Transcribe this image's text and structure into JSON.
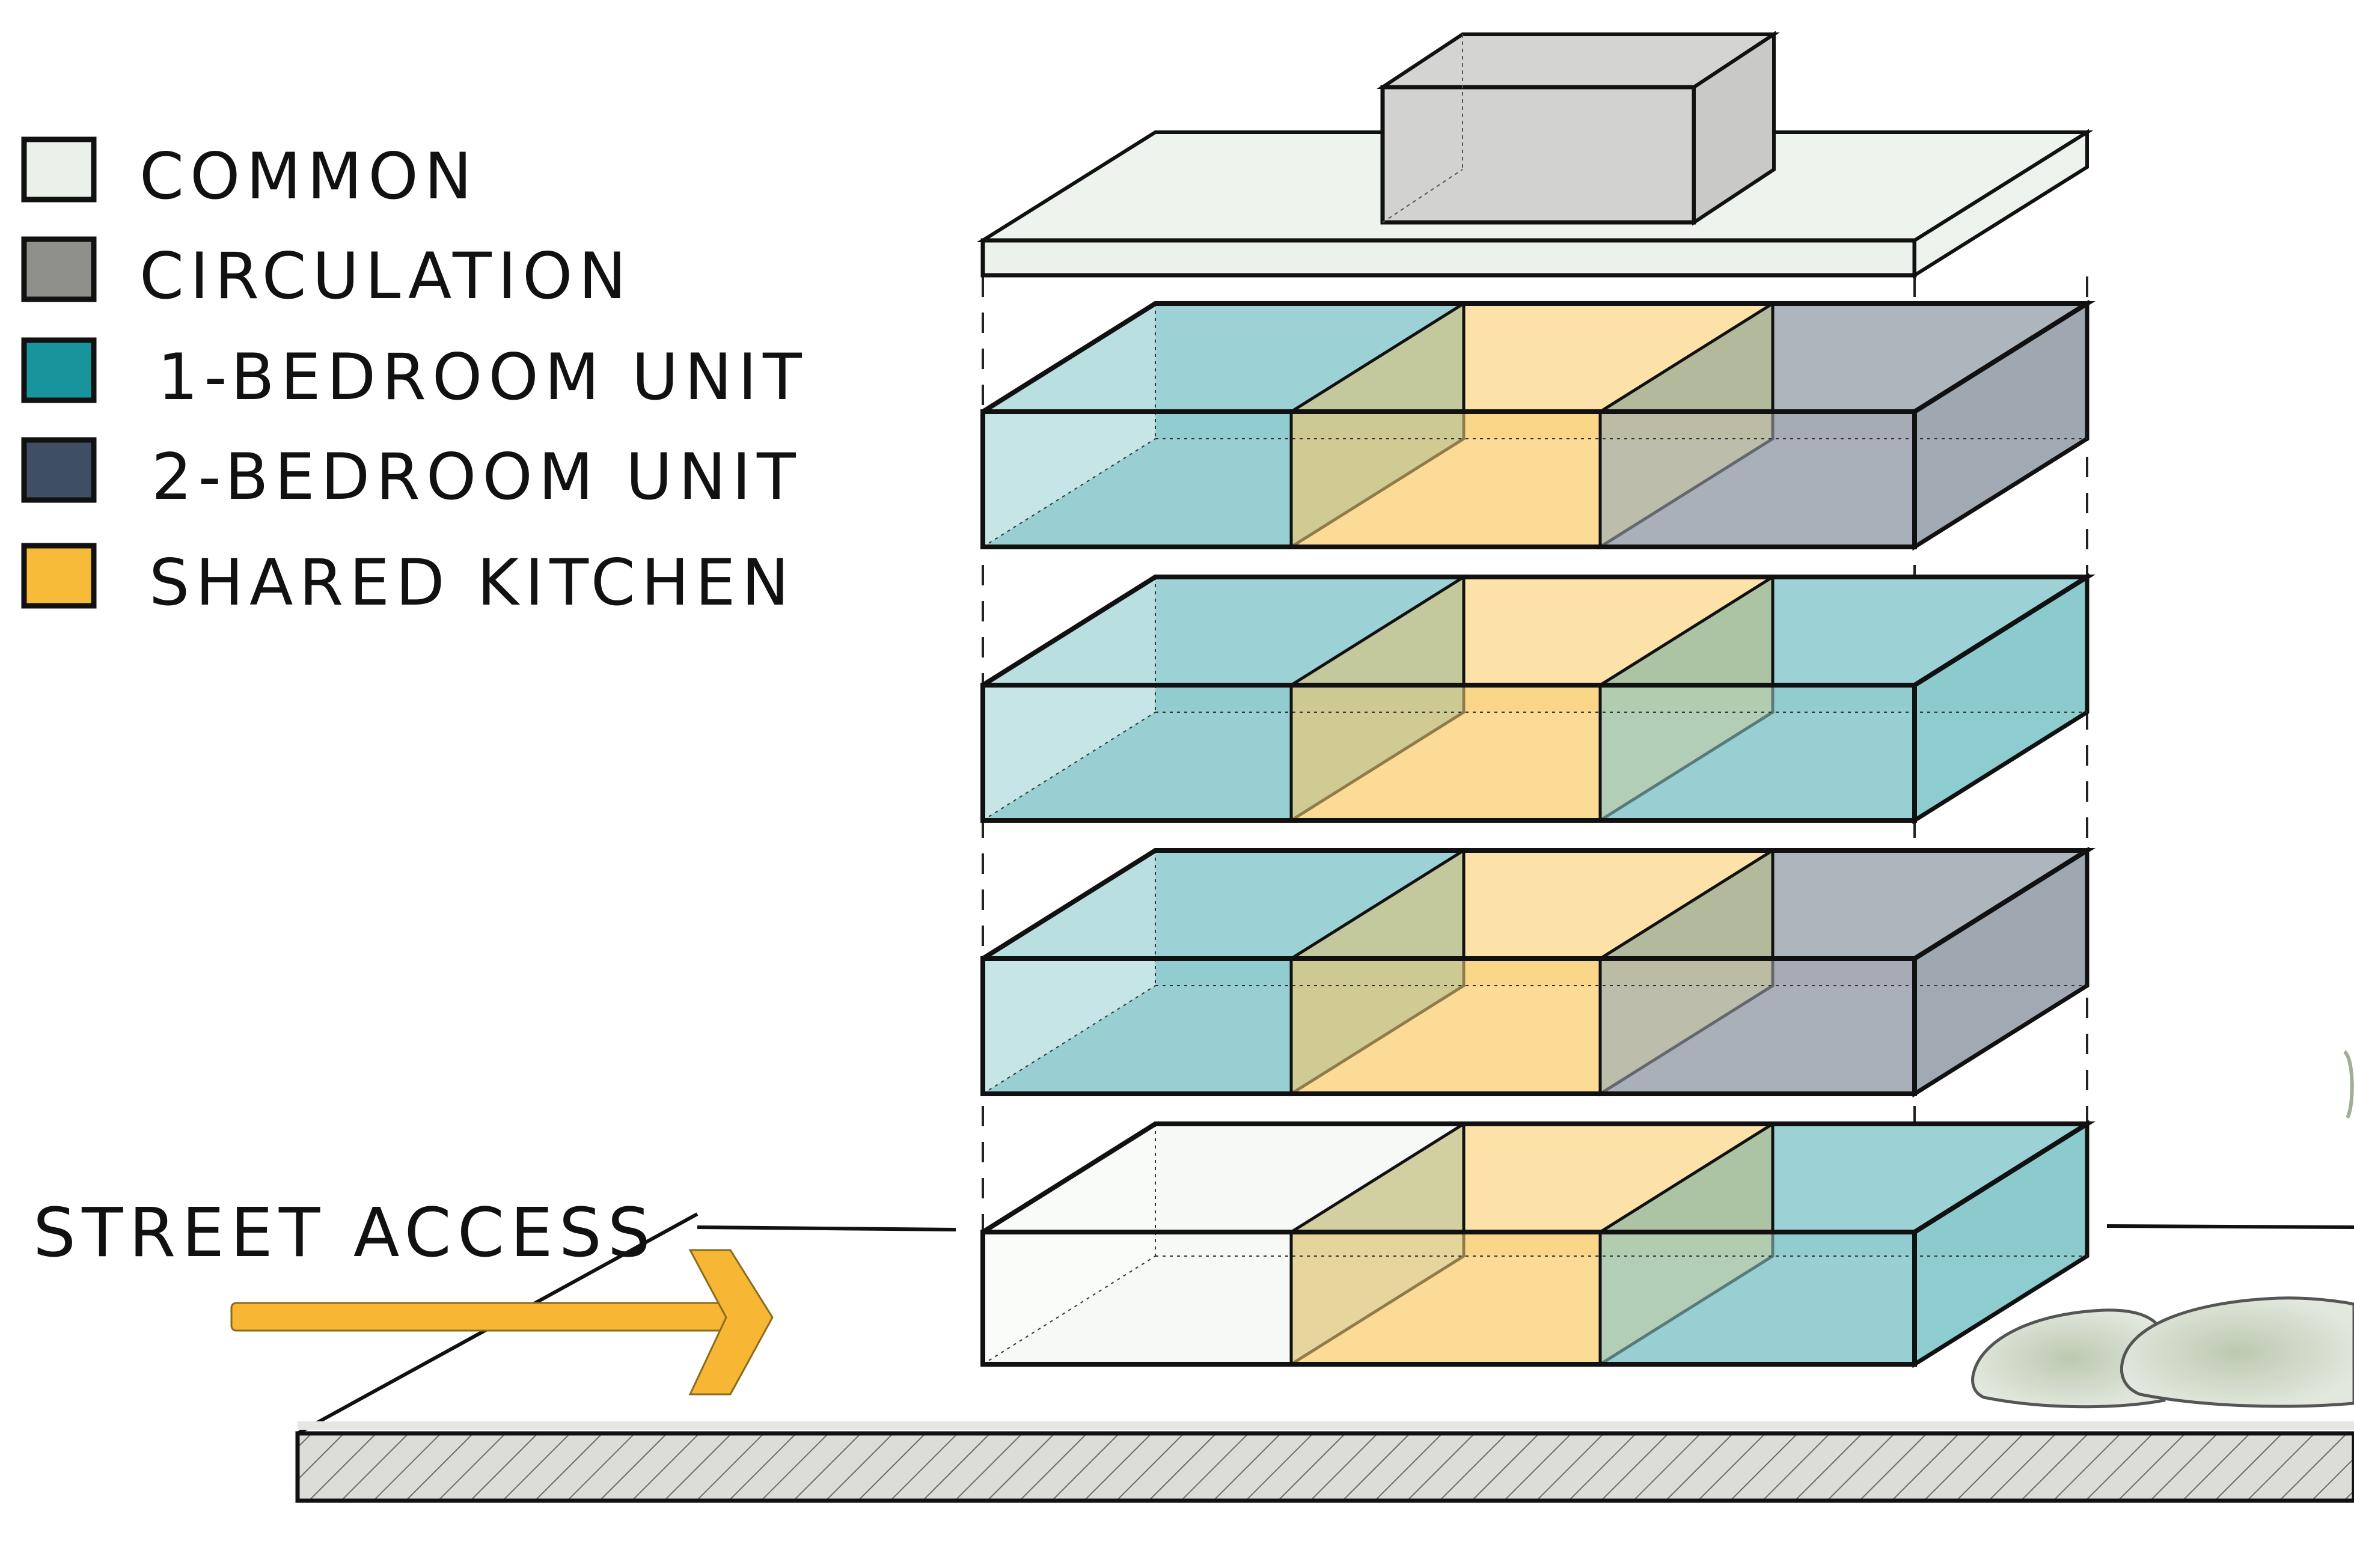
{
  "legend": {
    "items": [
      {
        "key": "common",
        "label": "COMMON",
        "color": "#eaf1ea"
      },
      {
        "key": "circulation",
        "label": "CIRCULATION",
        "color": "#8f8f8c"
      },
      {
        "key": "one_bedroom",
        "label": "1-BEDROOM UNIT",
        "color": "#17949c"
      },
      {
        "key": "two_bedroom",
        "label": "2-BEDROOM UNIT",
        "color": "#3f4f63"
      },
      {
        "key": "shared_kitchen",
        "label": "SHARED KITCHEN",
        "color": "#f7bb3a"
      }
    ]
  },
  "annotation": {
    "street_access": "STREET ACCESS",
    "arrow_color": "#f7b633"
  },
  "building": {
    "floors": [
      {
        "id": "roof",
        "left": "common",
        "middle": "common",
        "right": "common",
        "core": "circulation"
      },
      {
        "id": "level-4",
        "left": "one_bedroom",
        "middle": "shared_kitchen",
        "right": "two_bedroom"
      },
      {
        "id": "level-3",
        "left": "one_bedroom",
        "middle": "shared_kitchen",
        "right": "one_bedroom"
      },
      {
        "id": "level-2",
        "left": "one_bedroom",
        "middle": "shared_kitchen",
        "right": "two_bedroom"
      },
      {
        "id": "ground",
        "left": "common",
        "middle": "shared_kitchen",
        "right": "one_bedroom"
      }
    ]
  }
}
